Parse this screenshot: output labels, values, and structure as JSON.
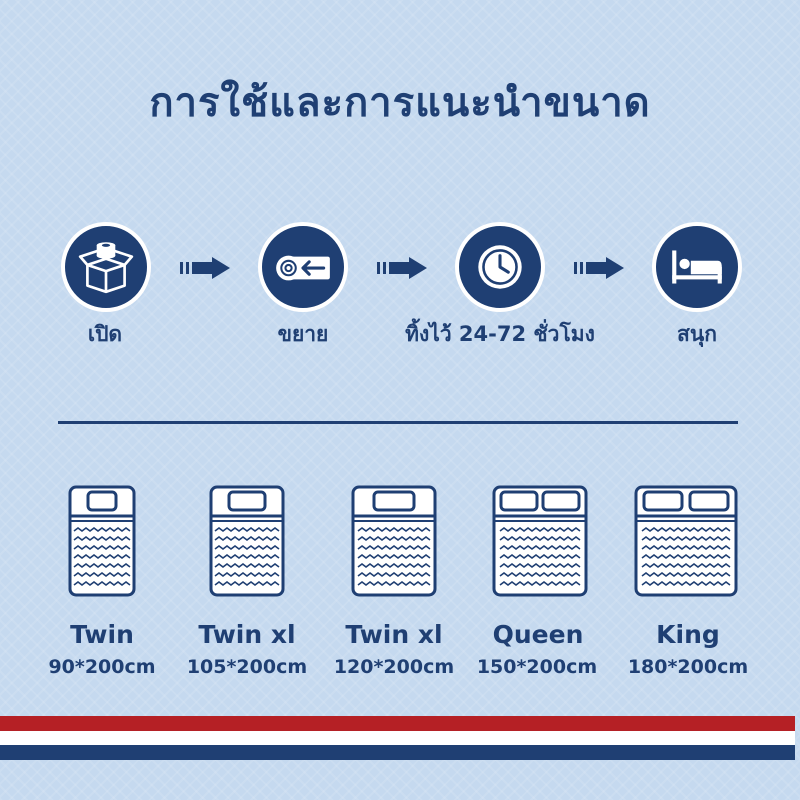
{
  "title": "การใช้และการแนะนำขนาด",
  "steps": [
    {
      "label": "เปิด",
      "icon": "open-box-icon"
    },
    {
      "label": "ขยาย",
      "icon": "unroll-mattress-icon"
    },
    {
      "label": "ทิ้งไว้ 24-72 ชั่วโมง",
      "icon": "clock-icon"
    },
    {
      "label": "สนุก",
      "icon": "sleeping-person-icon"
    }
  ],
  "sizes": [
    {
      "name": "Twin",
      "dim": "90*200cm"
    },
    {
      "name": "Twin xl",
      "dim": "105*200cm"
    },
    {
      "name": "Twin xl",
      "dim": "120*200cm"
    },
    {
      "name": "Queen",
      "dim": "150*200cm"
    },
    {
      "name": "King",
      "dim": "180*200cm"
    }
  ],
  "colors": {
    "navy": "#1f3f73",
    "background": "#c5d9ef",
    "red": "#b52025",
    "white": "#ffffff"
  }
}
